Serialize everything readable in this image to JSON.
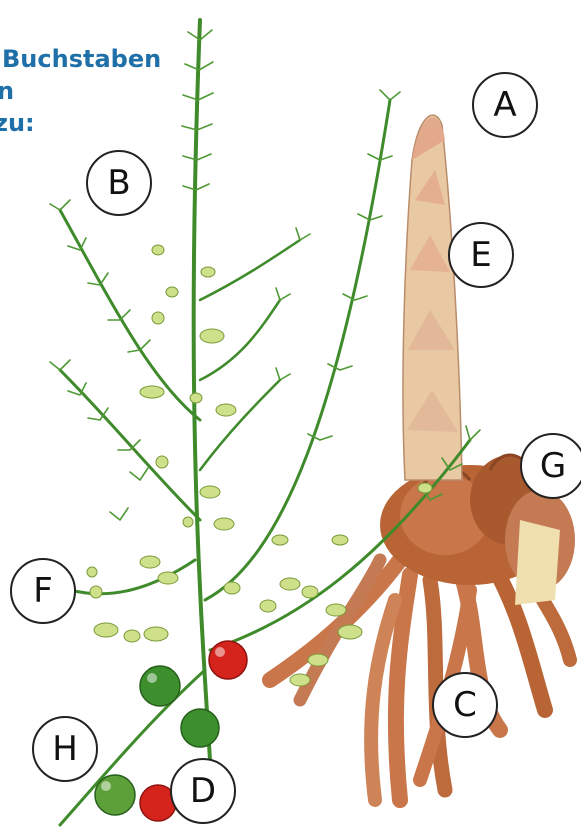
{
  "instruction": {
    "line1": "Buchstaben",
    "line2": "n",
    "line3": "zu:",
    "color": "#1f6fa8"
  },
  "labels": [
    {
      "letter": "A",
      "part": "spear tip"
    },
    {
      "letter": "B",
      "part": "foliage"
    },
    {
      "letter": "C",
      "part": "roots"
    },
    {
      "letter": "D",
      "part": "red berry"
    },
    {
      "letter": "E",
      "part": "spear scales"
    },
    {
      "letter": "F",
      "part": "flowers"
    },
    {
      "letter": "G",
      "part": "rhizome"
    },
    {
      "letter": "H",
      "part": "green berries"
    }
  ],
  "colors": {
    "stem": "#3f8a2a",
    "foliage": "#4f9a35",
    "flower": "#cfe08a",
    "berry_red": "#d4241c",
    "berry_green": "#3d8f2e",
    "spear": "#e9c8a4",
    "spear_tip": "#e2a98c",
    "root": "#c9764a",
    "rhizome": "#b86435"
  }
}
